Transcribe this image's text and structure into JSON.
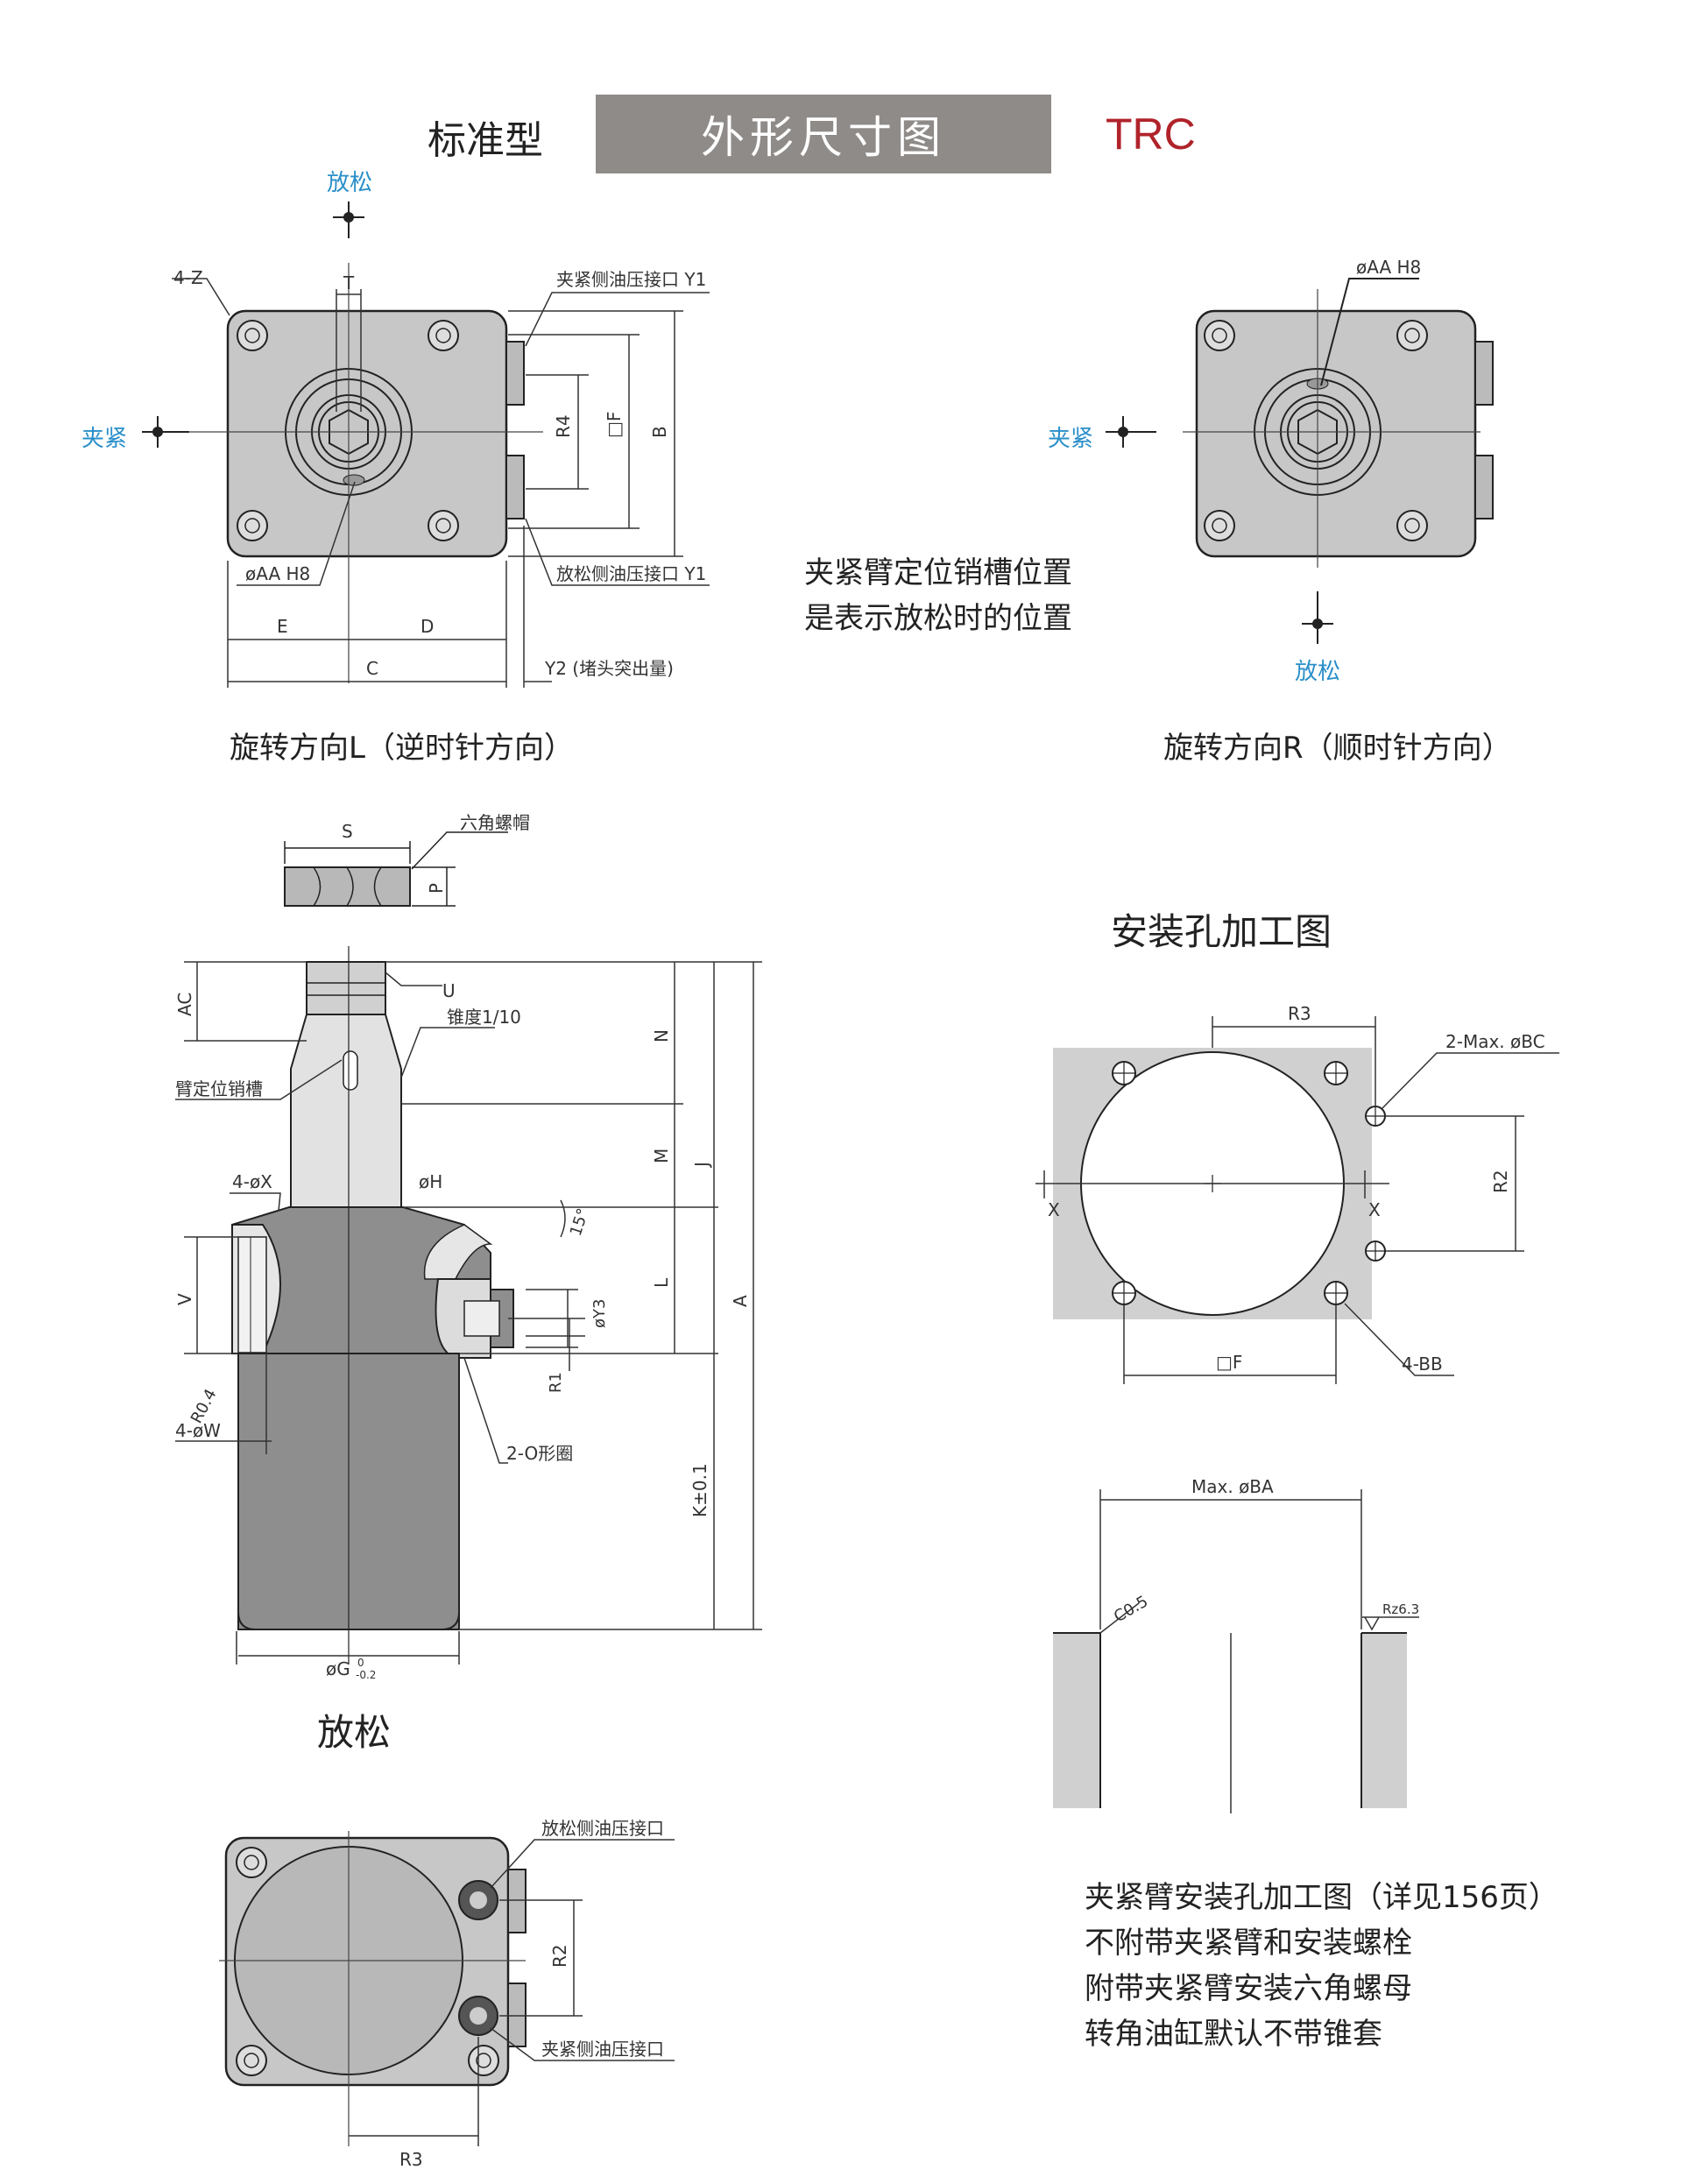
{
  "header": {
    "left_label": "标准型",
    "title": "外形尺寸图",
    "model": "TRC"
  },
  "top_left_view": {
    "release_label": "放松",
    "clamp_label": "夹紧",
    "caption": "旋转方向L（逆时针方向）",
    "callouts": {
      "z_holes": "4-Z",
      "t": "T",
      "clamp_port": "夹紧侧油压接口 Y1",
      "release_port": "放松侧油压接口 Y1",
      "aa": "øAA H8",
      "r4": "R4",
      "f": "□F",
      "b": "B",
      "e": "E",
      "d": "D",
      "c": "C",
      "y2": "Y2 (堵头突出量)"
    }
  },
  "top_right_view": {
    "aa": "øAA H8",
    "clamp_label": "夹紧",
    "release_label": "放松",
    "caption": "旋转方向R（顺时针方向）"
  },
  "pin_note": [
    "夹紧臂定位销槽位置",
    "是表示放松时的位置"
  ],
  "side_view": {
    "nut_label": "六角螺帽",
    "s": "S",
    "p": "P",
    "ac": "AC",
    "u": "U",
    "taper": "锥度1/10",
    "pin_slot": "臂定位销槽",
    "x_holes": "4-øX",
    "h": "øH",
    "n": "N",
    "m": "M",
    "j": "J",
    "l": "L",
    "a": "A",
    "angle": "15°",
    "v": "V",
    "y3": "øY3",
    "r1": "R1",
    "r04": "R0.4",
    "w": "4-øW",
    "oring": "2-O形圈",
    "k": "K±0.1",
    "g": "øG",
    "g_tol_upper": "0",
    "g_tol_lower": "-0.2"
  },
  "bottom_view": {
    "title": "放松",
    "release_port": "放松侧油压接口",
    "clamp_port": "夹紧侧油压接口",
    "r2": "R2",
    "r3": "R3"
  },
  "mounting": {
    "title": "安装孔加工图",
    "r3": "R3",
    "bc": "2-Max. øBC",
    "r2": "R2",
    "x": "X",
    "f": "□F",
    "bb": "4-BB",
    "ba": "Max. øBA",
    "c05": "C0.5",
    "rz": "Rz6.3"
  },
  "notes": [
    "夹紧臂安装孔加工图（详见156页）",
    "不附带夹紧臂和安装螺栓",
    "附带夹紧臂安装六角螺母",
    "转角油缸默认不带锥套"
  ]
}
